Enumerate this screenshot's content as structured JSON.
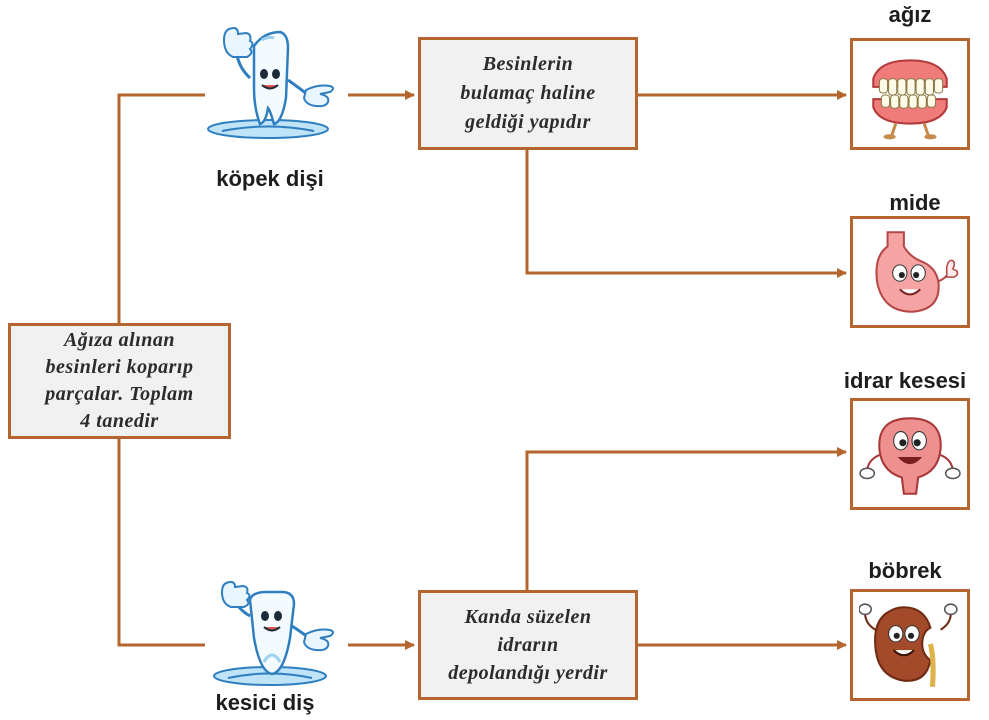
{
  "boxes": {
    "left": [
      "Ağıza alınan",
      "besinleri koparıp",
      "parçalar. Toplam",
      "4 tanedir"
    ],
    "top": [
      "Besinlerin",
      "bulamaç haline",
      "geldiği yapıdır"
    ],
    "bottom": [
      "Kanda süzelen",
      "idrarın",
      "depolandığı yerdir"
    ]
  },
  "teeth": {
    "top": "köpek dişi",
    "bottom": "kesici diş"
  },
  "organs": {
    "agiz": "ağız",
    "mide": "mide",
    "idrar": "idrar kesesi",
    "bobrek": "böbrek"
  },
  "colors": {
    "connector": "#b5652e",
    "box_fill": "#f1f1f1",
    "label_text": "#1d1d1d"
  },
  "icons": {
    "tooth_top": "cartoon-tooth-icon",
    "tooth_bottom": "cartoon-tooth-icon",
    "agiz": "dentures-icon",
    "mide": "stomach-icon",
    "idrar": "bladder-icon",
    "bobrek": "kidney-icon"
  }
}
